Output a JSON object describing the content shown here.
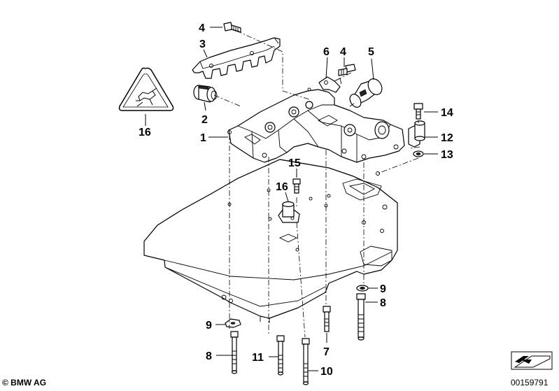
{
  "callouts": {
    "c1": "1",
    "c2": "2",
    "c3": "3",
    "c4a": "4",
    "c4b": "4",
    "c5": "5",
    "c6": "6",
    "c7": "7",
    "c8a": "8",
    "c8b": "8",
    "c9a": "9",
    "c9b": "9",
    "c10": "10",
    "c11": "11",
    "c12": "12",
    "c13": "13",
    "c14": "14",
    "c15": "15",
    "c16a": "16",
    "c16b": "16"
  },
  "footer": {
    "copyright": "© BMW AG",
    "doc_number": "00159791"
  },
  "icons": {
    "warning": "esd-warning-triangle-icon",
    "orientation": "vehicle-orientation-arrow-icon"
  }
}
